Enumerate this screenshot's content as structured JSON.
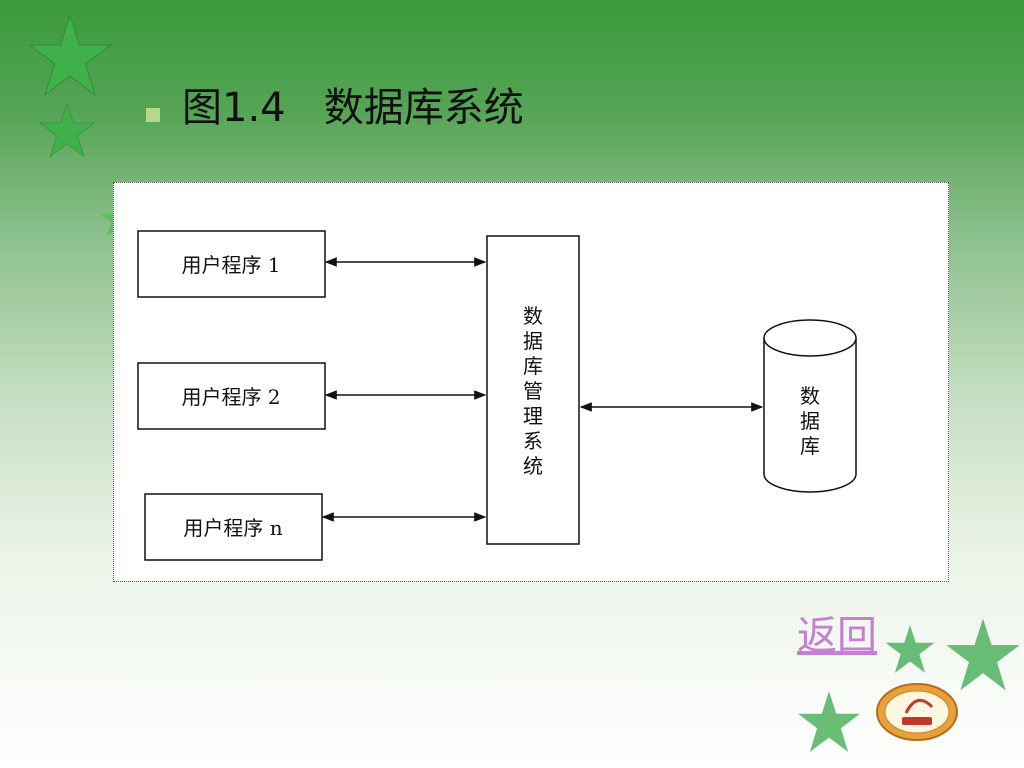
{
  "slide": {
    "title": "图1.4   数据库系统",
    "return_label": "返回"
  },
  "diagram": {
    "apps": [
      "用户程序 1",
      "用户程序 2",
      "用户程序 n"
    ],
    "dbms_label": [
      "数",
      "据",
      "库",
      "管",
      "理",
      "系",
      "统"
    ],
    "database_label": [
      "数",
      "据",
      "库"
    ]
  },
  "colors": {
    "accent_green": "#3a9a3a",
    "bullet": "#b7d989",
    "link": "#c77fd6",
    "star": "#4caf4c"
  },
  "icons": [
    "star-icon",
    "bullet-square-icon",
    "school-logo-icon"
  ]
}
